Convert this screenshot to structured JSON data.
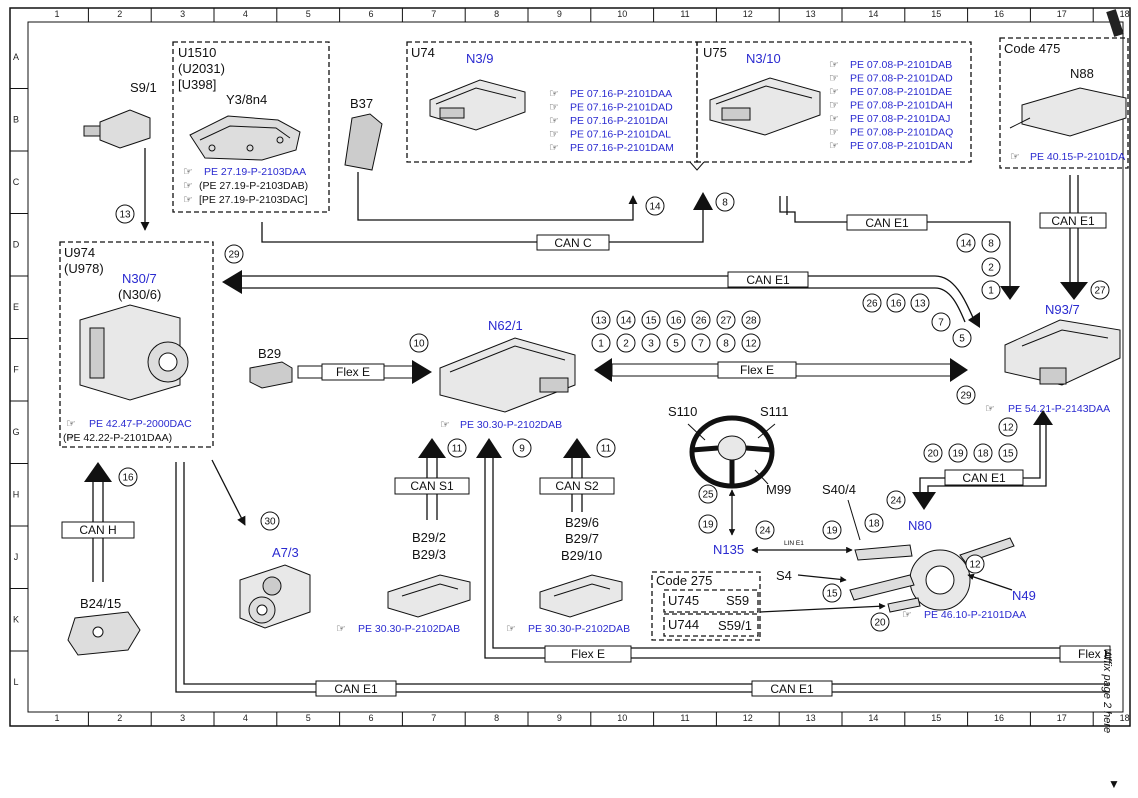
{
  "grid": {
    "columns": [
      "1",
      "2",
      "3",
      "4",
      "5",
      "6",
      "7",
      "8",
      "9",
      "10",
      "11",
      "12",
      "13",
      "14",
      "15",
      "16",
      "17",
      "18"
    ],
    "rows": [
      "A",
      "B",
      "C",
      "D",
      "E",
      "F",
      "G",
      "H",
      "J",
      "K",
      "L"
    ]
  },
  "boxes": {
    "u1510": {
      "lines": [
        "U1510",
        "(U2031)",
        "[U398]"
      ],
      "component": "Y3/8n4",
      "refs": [
        "PE 27.19-P-2103DAA",
        "(PE 27.19-P-2103DAB)",
        "[PE 27.19-P-2103DAC]"
      ]
    },
    "u74": {
      "title": "U74",
      "component": "N3/9",
      "refs": [
        "PE 07.16-P-2101DAA",
        "PE 07.16-P-2101DAD",
        "PE 07.16-P-2101DAI",
        "PE 07.16-P-2101DAL",
        "PE 07.16-P-2101DAM"
      ]
    },
    "u75": {
      "title": "U75",
      "component": "N3/10",
      "refs": [
        "PE 07.08-P-2101DAB",
        "PE 07.08-P-2101DAD",
        "PE 07.08-P-2101DAE",
        "PE 07.08-P-2101DAH",
        "PE 07.08-P-2101DAJ",
        "PE 07.08-P-2101DAQ",
        "PE 07.08-P-2101DAN"
      ]
    },
    "code475": {
      "title": "Code 475",
      "component": "N88",
      "ref": "PE 40.15-P-2101DA"
    },
    "u974": {
      "lines": [
        "U974",
        "(U978)"
      ],
      "component": "N30/7",
      "alt": "(N30/6)",
      "refs": [
        "PE 42.47-P-2000DAC",
        "(PE 42.22-P-2101DAA)"
      ]
    },
    "code275": {
      "title": "Code 275",
      "rows": [
        [
          "U745",
          "S59"
        ],
        [
          "U744",
          "S59/1"
        ]
      ]
    }
  },
  "components": {
    "s9_1": "S9/1",
    "b37": "B37",
    "b29": "B29",
    "n62_1": "N62/1",
    "n62_1_ref": "PE 30.30-P-2102DAB",
    "n93_7": "N93/7",
    "n93_7_ref": "PE 54.21-P-2143DAA",
    "s110": "S110",
    "s111": "S111",
    "m99": "M99",
    "n135": "N135",
    "s40_4": "S40/4",
    "n80": "N80",
    "s4": "S4",
    "n49": "N49",
    "n49_ref": "PE 46.10-P-2101DAA",
    "a7_3": "A7/3",
    "b24_15": "B24/15",
    "s1_group": [
      "B29/2",
      "B29/3"
    ],
    "s1_ref": "PE 30.30-P-2102DAB",
    "s2_group": [
      "B29/6",
      "B29/7",
      "B29/10"
    ],
    "s2_ref": "PE 30.30-P-2102DAB"
  },
  "buses": {
    "can_c": "CAN C",
    "can_e1": "CAN E1",
    "can_h": "CAN H",
    "flex_e": "Flex E",
    "can_s1": "CAN S1",
    "can_s2": "CAN S2",
    "lin_e1": "LIN E1",
    "flex_edge": "Flex E"
  },
  "numbers": {
    "n13a": "13",
    "n14a": "14",
    "n8a": "8",
    "n29a": "29",
    "n10": "10",
    "n11a": "11",
    "n9": "9",
    "n11b": "11",
    "n16": "16",
    "n30": "30",
    "g1": [
      "13",
      "14",
      "15",
      "16",
      "26",
      "27",
      "28"
    ],
    "g2": [
      "1",
      "2",
      "3",
      "5",
      "7",
      "8",
      "12"
    ],
    "n14b": "14",
    "n8b": "8",
    "n2": "2",
    "n1": "1",
    "n26": "26",
    "n16b": "16",
    "n13b": "13",
    "n7": "7",
    "n5": "5",
    "n27": "27",
    "n29b": "29",
    "n12a": "12",
    "n20a": "20",
    "n19a": "19",
    "n18a": "18",
    "n15a": "15",
    "n24a": "24",
    "n25": "25",
    "n19b": "19",
    "n24b": "24",
    "n19c": "19",
    "n18b": "18",
    "n12b": "12",
    "n15b": "15",
    "n20b": "20"
  },
  "note": {
    "text": "Affix page 2 here",
    "arrow": "▼"
  }
}
